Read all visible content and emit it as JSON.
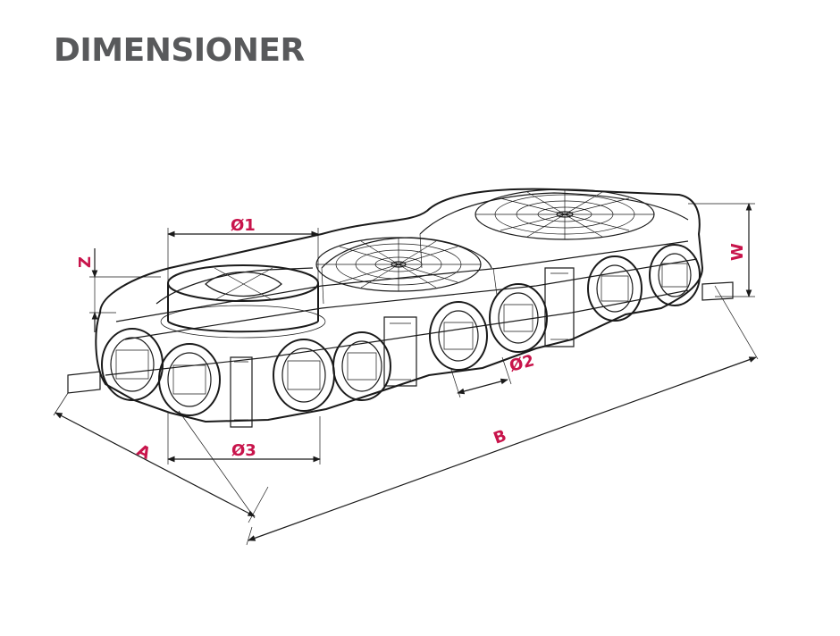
{
  "page": {
    "title": "DIMENSIONER"
  },
  "accent_color": "#c8144b",
  "dimensions": {
    "d1": "Ø1",
    "d2": "Ø2",
    "d3": "Ø3",
    "a": "A",
    "b": "B",
    "w": "W",
    "z": "Z"
  }
}
